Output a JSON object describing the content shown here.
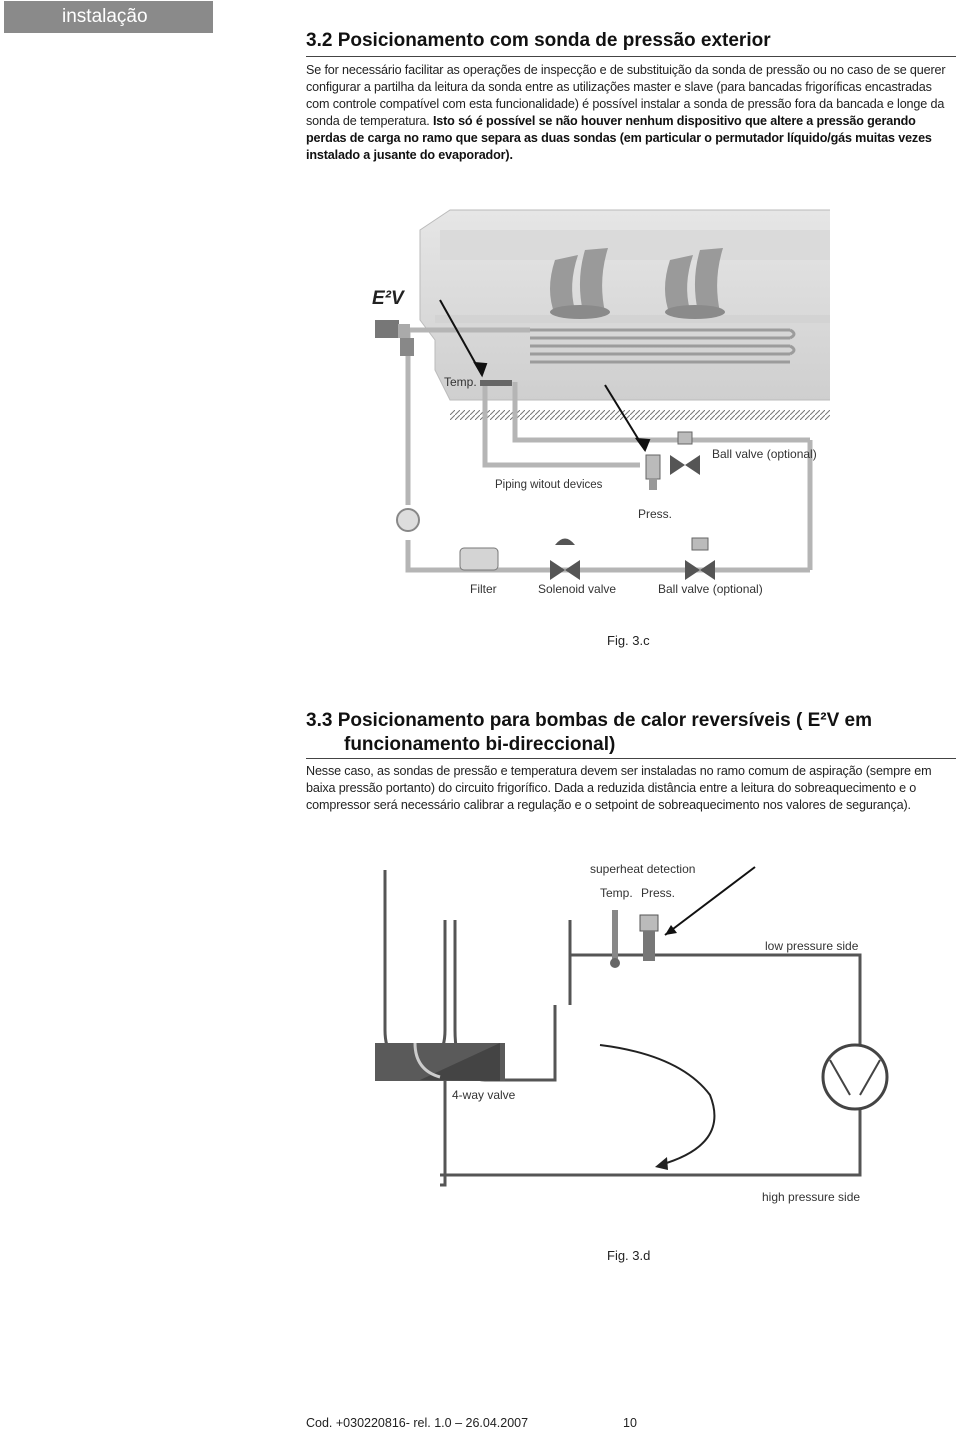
{
  "tab": {
    "label": "instalação"
  },
  "s32": {
    "title": "3.2 Posicionamento com sonda de pressão exterior",
    "p_normal": "Se for necessário facilitar as operações de inspecção e de substituição da sonda de pressão ou no caso de se querer configurar a partilha da leitura da sonda entre as utilizações master e slave (para bancadas frigoríficas encastradas com controle compatível com esta funcionalidade)  é possível instalar a sonda de pressão fora da bancada e longe da sonda de temperatura.",
    "p_bold": "Isto só é possível se não houver nenhum dispositivo que altere a pressão gerando perdas de carga no ramo que separa as duas sondas (em particular o permutador líquido/gás muitas vezes instalado a jusante do evaporador)."
  },
  "fig3c": {
    "logo": "E²V",
    "temp": "Temp.",
    "ball_valve_top": "Ball valve (optional)",
    "piping": "Piping witout devices",
    "press": "Press.",
    "filter": "Filter",
    "solenoid": "Solenoid valve",
    "ball_valve_bottom": "Ball valve (optional)",
    "caption": "Fig. 3.c"
  },
  "s33": {
    "title_line1": "3.3 Posicionamento para bombas de calor reversíveis ( E²V  em",
    "title_line2": "funcionamento bi-direccional)",
    "paragraph": "Nesse caso, as sondas de pressão e temperatura devem ser instaladas no ramo comum de aspiração (sempre em baixa pressão portanto) do circuito frigorífico. Dada a reduzida distância entre a leitura do sobreaquecimento e o compressor será necessário calibrar a regulação e o setpoint de sobreaquecimento nos valores de segurança)."
  },
  "fig3d": {
    "superheat": "superheat detection",
    "temp": "Temp.",
    "press": "Press.",
    "low_side": "low pressure side",
    "valve": "4-way valve",
    "high_side": "high pressure side",
    "caption": "Fig. 3.d"
  },
  "footer": {
    "code": "Cod.  +030220816- rel. 1.0 – 26.04.2007",
    "page": "10"
  }
}
